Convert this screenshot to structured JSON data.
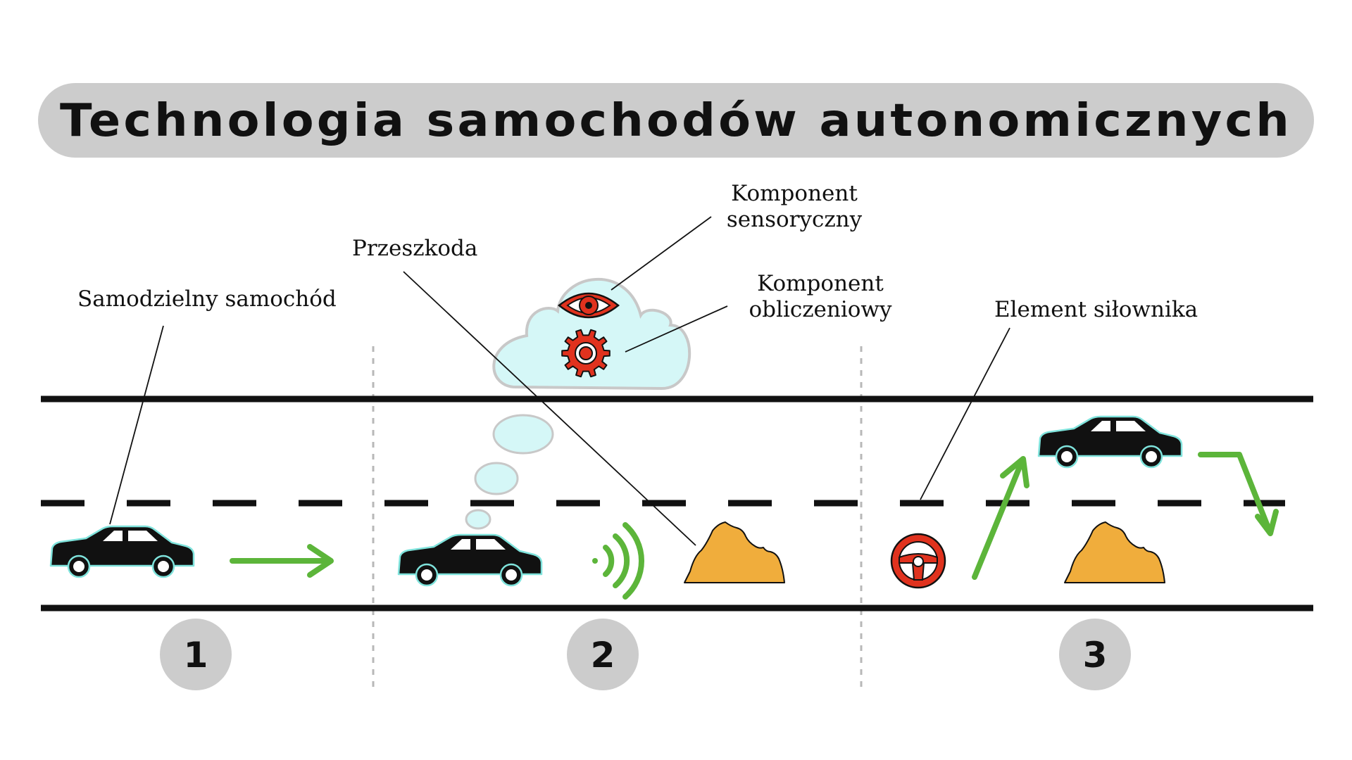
{
  "title": "Technologia samochodów autonomicznych",
  "labels": {
    "car": "Samodzielny samochód",
    "obstacle": "Przeszkoda",
    "sensor_line1": "Komponent",
    "sensor_line2": "sensoryczny",
    "compute_line1": "Komponent",
    "compute_line2": "obliczeniowy",
    "actuator": "Element siłownika"
  },
  "steps": [
    "1",
    "2",
    "3"
  ],
  "icons": {
    "car": "car-icon",
    "arrow": "arrow-icon",
    "signal": "signal-waves-icon",
    "obstacle": "rock-pile-icon",
    "sensor": "eye-icon",
    "compute": "gear-icon",
    "actuator": "steering-wheel-icon",
    "cloud": "thought-cloud-icon"
  },
  "colors": {
    "title_bg": "#cccccc",
    "step_bg": "#cccccc",
    "road": "#111111",
    "car_body": "#111111",
    "car_outline": "#7fe3dc",
    "arrow": "#5cb53a",
    "obstacle": "#f0ad3c",
    "cloud_fill": "#d5f7f7",
    "cloud_stroke": "#c8c8c8",
    "icon_red": "#e0321e",
    "divider": "#b8b8b8"
  }
}
